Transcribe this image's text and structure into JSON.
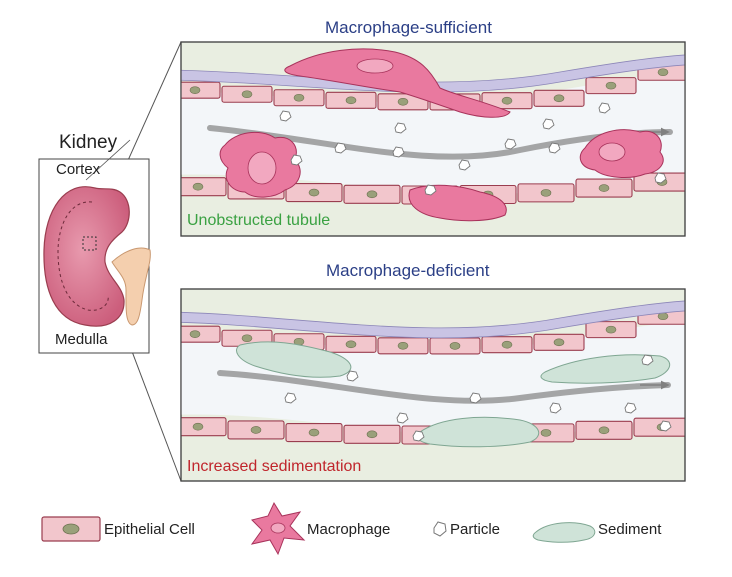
{
  "panels": {
    "top": {
      "title": "Macrophage-sufficient",
      "status": "Unobstructed tubule",
      "status_color": "#3aa142"
    },
    "bottom": {
      "title": "Macrophage-deficient",
      "status": "Increased sedimentation",
      "status_color": "#c0262c"
    }
  },
  "kidney": {
    "title": "Kidney",
    "cortex": "Cortex",
    "medulla": "Medulla"
  },
  "legend": {
    "epithelial": "Epithelial Cell",
    "macrophage": "Macrophage",
    "particle": "Particle",
    "sediment": "Sediment"
  },
  "colors": {
    "title_blue": "#2b3f86",
    "cell_fill": "#f2c6cc",
    "cell_stroke": "#9a3d4f",
    "nucleus": "#9aa07a",
    "membrane": "#c9c4e4",
    "lumen": "#f3f6f9",
    "background_tissue": "#e9eee1",
    "macrophage": "#e9799f",
    "sediment": "#cfe3d8",
    "kidney": "#d9708a"
  }
}
